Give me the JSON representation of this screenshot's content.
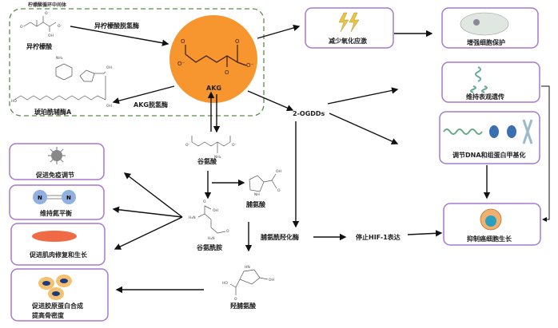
{
  "cycle_group": {
    "title": "柠檬酸循环中间体"
  },
  "center": {
    "label": "AKG",
    "color": "#f7962f"
  },
  "molecules": {
    "isocitrate": "异柠檬酸",
    "succinyl_coa": "琥珀酰辅酶A",
    "glutamate": "谷氨酸",
    "proline": "脯氨酸",
    "glutamine": "谷氨酰胺",
    "hydroxyproline": "羟脯氨酸"
  },
  "enzymes": {
    "idh": "异柠檬酸脱氢酶",
    "akgdh": "AKG脱氢酶",
    "ogdds": "2-OGDDs",
    "prolyl_hydroxylase": "脯氨酰羟化酶"
  },
  "effects": {
    "reduce_oxidative_stress": "减少氧化应激",
    "cell_protection": "增强细胞保护",
    "epigenetics": "维持表观遗传",
    "methylation": "调节DNA和组蛋白甲基化",
    "stop_hif": "停止HIF-1表达",
    "inhibit_cancer": "抑制癌细胞生长",
    "immune": "促进免疫调节",
    "nitrogen": "维持氮平衡",
    "muscle": "促进肌肉修复和生长",
    "collagen_line1": "促进胶原蛋白合成",
    "collagen_line2": "提高骨密度"
  },
  "nitrogen_icon_letter": "N",
  "colors": {
    "box_border": "#a678cf",
    "group_border": "#5a8a4a",
    "accent": "#f7962f"
  }
}
